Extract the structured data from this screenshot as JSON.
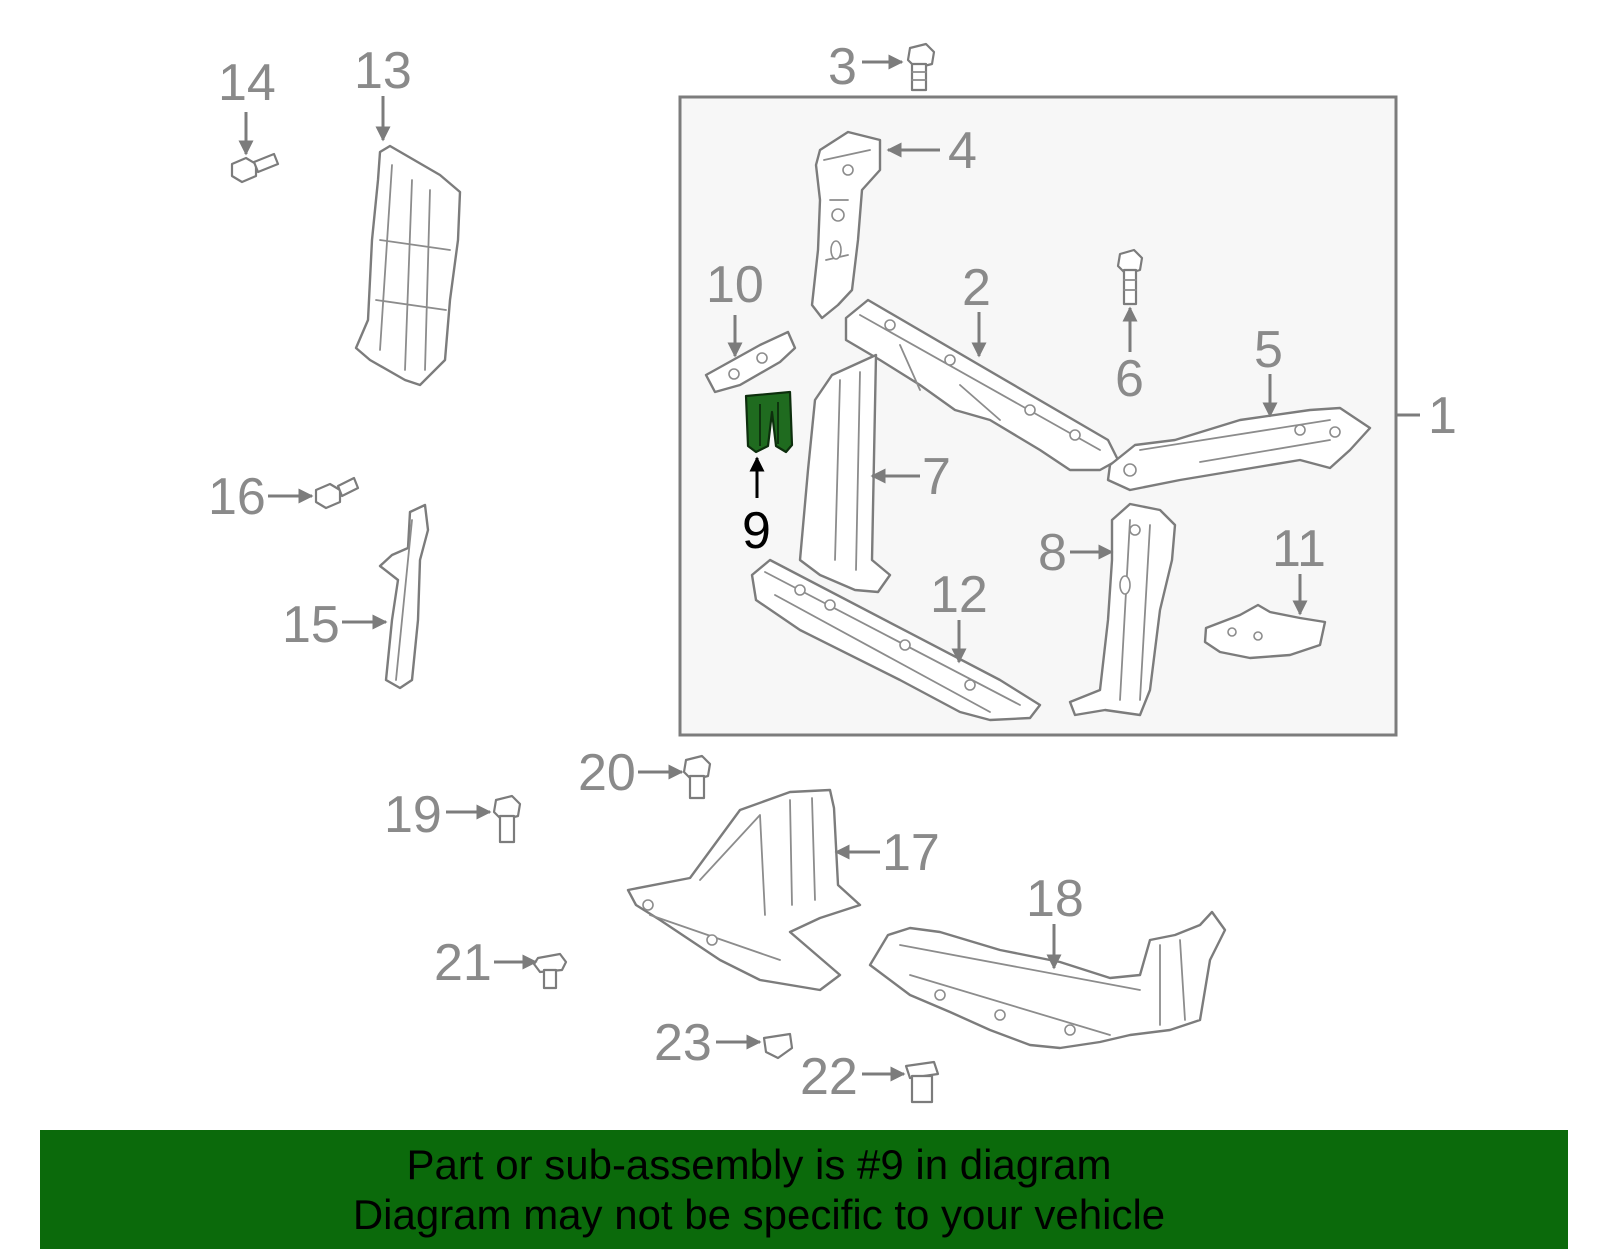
{
  "callouts": {
    "c1": "1",
    "c2": "2",
    "c3": "3",
    "c4": "4",
    "c5": "5",
    "c6": "6",
    "c7": "7",
    "c8": "8",
    "c9": "9",
    "c10": "10",
    "c11": "11",
    "c12": "12",
    "c13": "13",
    "c14": "14",
    "c15": "15",
    "c16": "16",
    "c17": "17",
    "c18": "18",
    "c19": "19",
    "c20": "20",
    "c21": "21",
    "c22": "22",
    "c23": "23"
  },
  "highlighted_part": "9",
  "colors": {
    "line_art": "#7c7c7c",
    "callout_text": "#8a8a8a",
    "highlight_fill": "#1f6b1f",
    "assembly_box_fill": "#f7f7f7",
    "banner_bg": "#0b6a0b"
  },
  "banner": {
    "line1": "Part or sub-assembly is #9 in diagram",
    "line2": "Diagram may not be specific to your vehicle"
  }
}
